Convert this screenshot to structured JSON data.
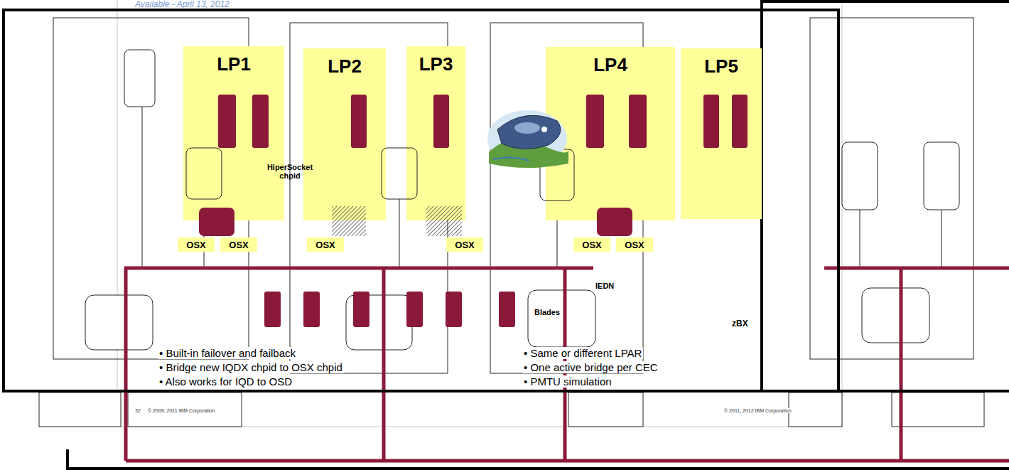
{
  "diagram": {
    "nodes": [
      {
        "text": [
          "LP1"
        ]
      },
      {
        "text": [
          "LP2"
        ]
      },
      {
        "text": [
          "LP3"
        ]
      },
      {
        "text": [
          "LP4"
        ]
      },
      {
        "text": [
          "LP5"
        ]
      },
      {
        "text": [
          "OSX"
        ]
      },
      {
        "text": [
          "OSX"
        ]
      },
      {
        "text": [
          "OSX"
        ]
      },
      {
        "text": [
          "OSX"
        ]
      },
      {
        "text": [
          "OSX"
        ]
      },
      {
        "text": [
          "OSX"
        ]
      }
    ],
    "labels": [
      "Available - April 13, 2012",
      "HiperSocket chpid",
      "IEDN",
      "Blades",
      "zBX",
      "• Built-in failover and failback",
      "• Bridge new IQDX chpid to OSX chpid",
      "• Also works for IQD to OSD",
      "• Same or different LPAR",
      "• One active bridge per CEC",
      "• PMTU simulation",
      "32",
      "© 2009, 2011 IBM Corporation",
      "© 2011, 2012 IBM Corporation"
    ]
  }
}
